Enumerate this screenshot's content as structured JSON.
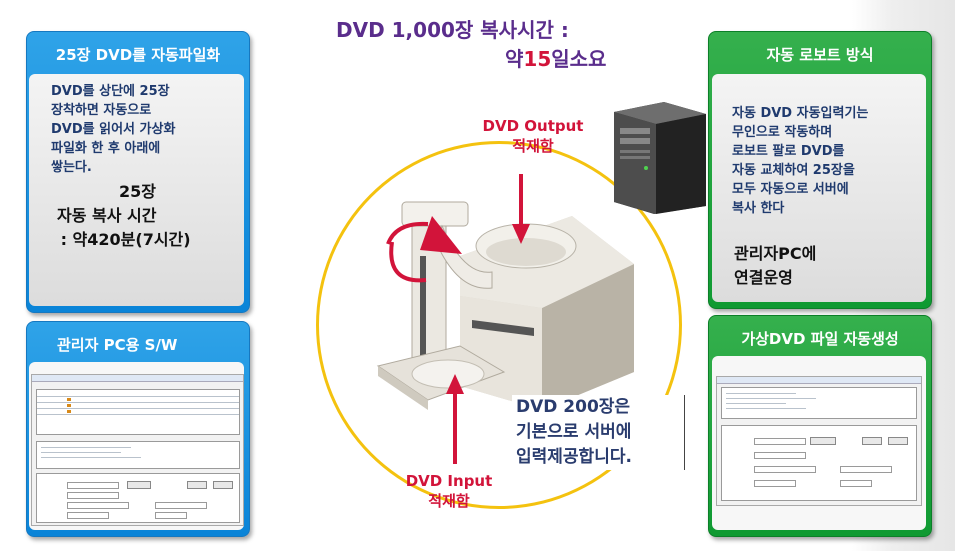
{
  "title": {
    "line1": "DVD 1,000장 복사시간 :",
    "line2_prefix": "약",
    "line2_number": "15",
    "line2_suffix": "일소요"
  },
  "left_top_panel": {
    "header": "25장 DVD를  자동파일화",
    "body": [
      "DVD를 상단에 25장",
      "장착하면 자동으로",
      "DVD를 읽어서 가상화",
      "파일화 한 후 아래에",
      "쌓는다."
    ],
    "big": [
      "25장",
      "자동 복사 시간",
      " : 약420분(7시간)"
    ]
  },
  "left_bottom_panel": {
    "header": "관리자 PC용 S/W"
  },
  "right_top_panel": {
    "header": "자동 로보트 방식",
    "body": [
      "자동 DVD 자동입력기는",
      "무인으로 작동하며",
      "로보트 팔로 DVD를",
      "자동 교체하여 25장을",
      "모두 자동으로 서버에",
      "복사 한다"
    ],
    "big": [
      "관리자PC에",
      "연결운영"
    ]
  },
  "right_bottom_panel": {
    "header": "가상DVD 파일 자동생성"
  },
  "center": {
    "output_label": [
      "DVD Output",
      "적재함"
    ],
    "input_label": [
      "DVD Input",
      "적재함"
    ],
    "note": [
      "DVD 200장은",
      "기본으로 서버에",
      "입력제공합니다."
    ]
  },
  "colors": {
    "title_purple": "#5a2d8c",
    "accent_red": "#d2143a",
    "blue_panel": "#0a84d8",
    "green_panel": "#0f9a32",
    "circle_yellow": "#f4c20f"
  }
}
